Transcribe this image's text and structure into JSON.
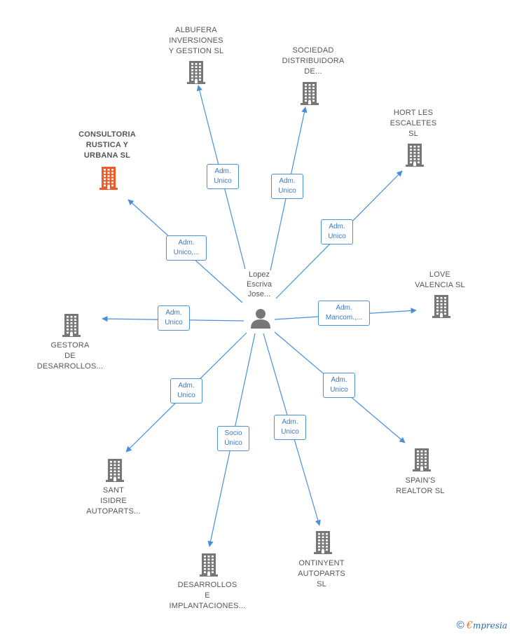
{
  "center": {
    "lines": [
      "Lopez",
      "Escriva",
      "Jose..."
    ],
    "icon": "person-icon"
  },
  "colors": {
    "edge": "#4a90d9",
    "building": "#777777",
    "highlight": "#f05a28"
  },
  "nodes": [
    {
      "id": "albufera",
      "lines": [
        "ALBUFERA",
        "INVERSIONES",
        "Y GESTION SL"
      ],
      "icon": "building-icon",
      "highlight": false,
      "edge": [
        "Adm.",
        "Unico"
      ]
    },
    {
      "id": "sociedad",
      "lines": [
        "SOCIEDAD",
        "DISTRIBUIDORA",
        "DE..."
      ],
      "icon": "building-icon",
      "highlight": false,
      "edge": [
        "Adm.",
        "Unico"
      ]
    },
    {
      "id": "hort",
      "lines": [
        "HORT LES",
        "ESCALETES",
        "SL"
      ],
      "icon": "building-icon",
      "highlight": false,
      "edge": [
        "Adm.",
        "Unico"
      ]
    },
    {
      "id": "consultoria",
      "lines": [
        "CONSULTORIA",
        "RUSTICA Y",
        "URBANA  SL"
      ],
      "icon": "building-icon",
      "highlight": true,
      "edge": [
        "Adm.",
        "Unico,..."
      ]
    },
    {
      "id": "love",
      "lines": [
        "LOVE",
        "VALENCIA SL"
      ],
      "icon": "building-icon",
      "highlight": false,
      "edge": [
        "Adm.",
        "Mancom.,..."
      ]
    },
    {
      "id": "gestora",
      "lines": [
        "GESTORA",
        "DE",
        "DESARROLLOS..."
      ],
      "icon": "building-icon",
      "highlight": false,
      "edge": [
        "Adm.",
        "Unico"
      ]
    },
    {
      "id": "santisidre",
      "lines": [
        "SANT",
        "ISIDRE",
        "AUTOPARTS..."
      ],
      "icon": "building-icon",
      "highlight": false,
      "edge": [
        "Adm.",
        "Unico"
      ]
    },
    {
      "id": "spains",
      "lines": [
        "SPAIN'S",
        "REALTOR  SL"
      ],
      "icon": "building-icon",
      "highlight": false,
      "edge": [
        "Adm.",
        "Unico"
      ]
    },
    {
      "id": "desarrollos",
      "lines": [
        "DESARROLLOS",
        "E",
        "IMPLANTACIONES..."
      ],
      "icon": "building-icon",
      "highlight": false,
      "edge": [
        "Socio",
        "Único"
      ]
    },
    {
      "id": "ontinyent",
      "lines": [
        "ONTINYENT",
        "AUTOPARTS",
        "SL"
      ],
      "icon": "building-icon",
      "highlight": false,
      "edge": [
        "Adm.",
        "Unico"
      ]
    }
  ],
  "footer": {
    "copyright": "©",
    "brand_initial": "€",
    "brand_rest": "mpresia"
  }
}
